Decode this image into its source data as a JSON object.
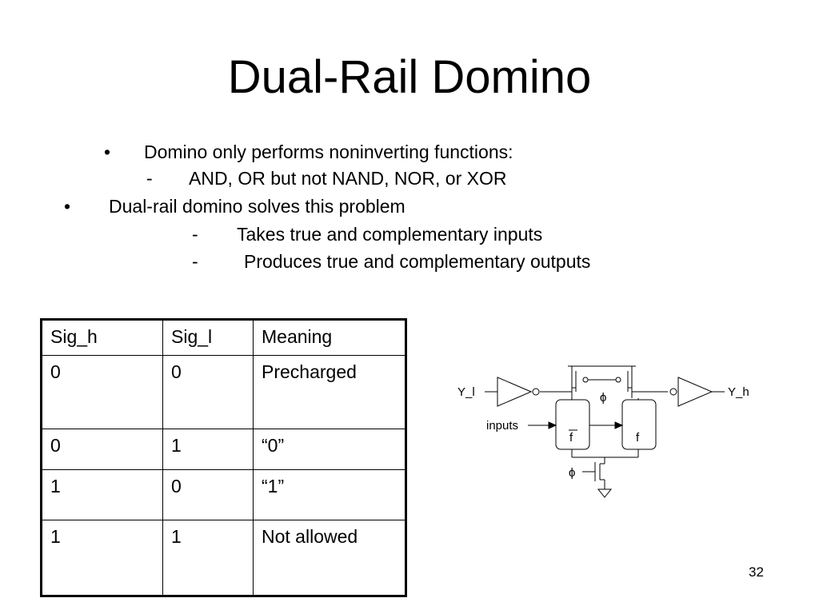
{
  "slide": {
    "title": "Dual-Rail Domino",
    "page_number": "32"
  },
  "bullets": [
    {
      "marker": "•",
      "text": "Domino only performs noninverting functions:"
    },
    {
      "marker": "-",
      "text": "AND, OR but not NAND, NOR, or XOR"
    },
    {
      "marker": "•",
      "text": "Dual-rail domino solves this problem"
    },
    {
      "marker": "-",
      "text": "Takes true and complementary inputs"
    },
    {
      "marker": "-",
      "text": "Produces true and complementary outputs"
    }
  ],
  "table": {
    "headers": [
      "Sig_h",
      "Sig_l",
      "Meaning"
    ],
    "rows": [
      [
        "0",
        "0",
        "Precharged"
      ],
      [
        "0",
        "1",
        "“0”"
      ],
      [
        "1",
        "0",
        "“1”"
      ],
      [
        "1",
        "1",
        "Not allowed"
      ]
    ]
  },
  "diagram": {
    "left_output": "Y_l",
    "right_output": "Y_h",
    "inputs_label": "inputs",
    "phi_label": "ϕ",
    "block_left_label": "f",
    "block_right_label": "f"
  }
}
